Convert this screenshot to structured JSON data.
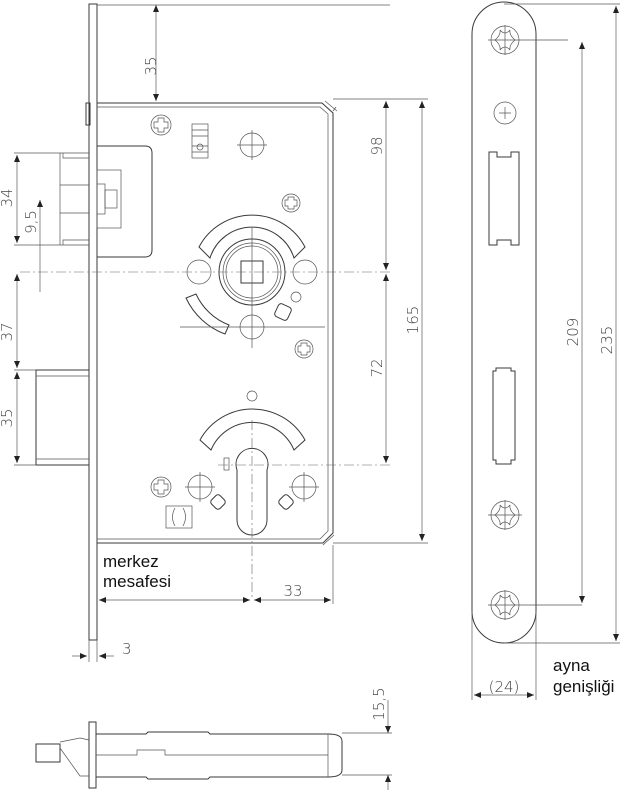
{
  "drawing": {
    "subject": "mortise lock technical drawing",
    "labels": {
      "center_distance_line1": "merkez",
      "center_distance_line2": "mesafesi",
      "faceplate_width_line1": "ayna",
      "faceplate_width_line2": "genişliği"
    },
    "dimensions": {
      "top_backset": "35",
      "latch_height": "34",
      "latch_offset": "9,5",
      "spindle_to_bolt": "37",
      "bolt_height": "35",
      "spindle_to_top": "98",
      "spindle_to_cylinder": "72",
      "case_height": "165",
      "screw_distance": "209",
      "faceplate_length": "235",
      "cylinder_to_edge": "33",
      "faceplate_thickness": "3",
      "faceplate_width": "(24)",
      "case_depth": "15,5"
    },
    "colors": {
      "line": "#3a3a3a",
      "background": "#ffffff"
    }
  }
}
